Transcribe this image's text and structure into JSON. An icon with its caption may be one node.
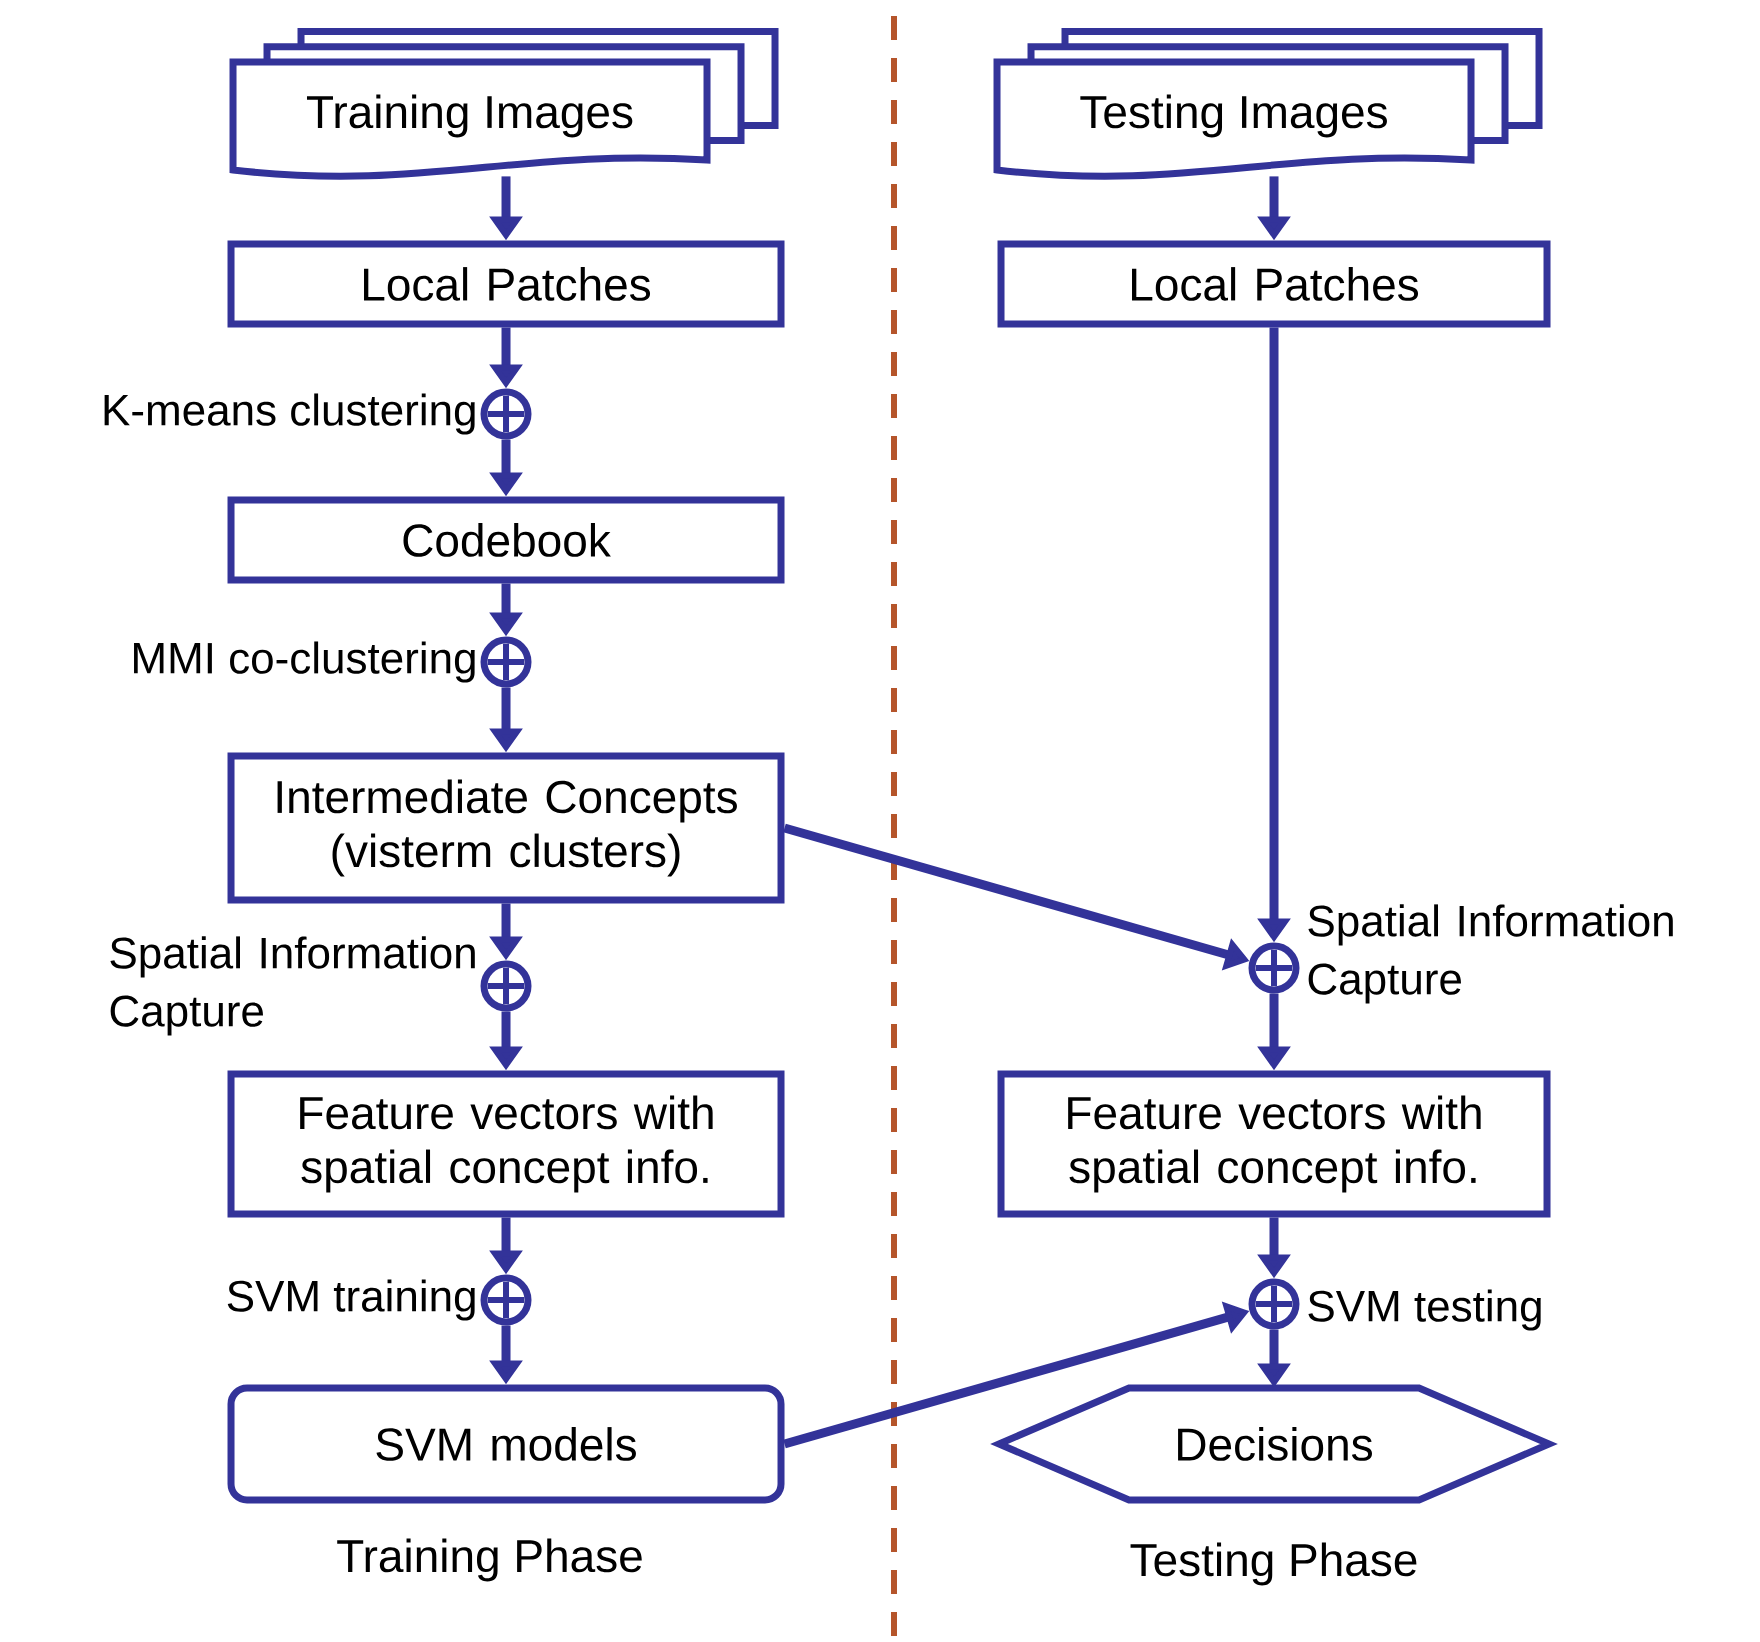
{
  "diagram": {
    "nodes": [
      {
        "text": [
          "Training Images"
        ]
      },
      {
        "text": [
          "Testing Images"
        ]
      },
      {
        "text": [
          "Local Patches"
        ]
      },
      {
        "text": [
          "Local Patches"
        ]
      },
      {
        "text": [],
        "shape": "circle",
        "beside": [
          "K-means clustering"
        ]
      },
      {
        "text": [
          "Codebook"
        ]
      },
      {
        "text": [],
        "shape": "circle",
        "beside": [
          "MMI co-clustering"
        ]
      },
      {
        "text": [
          "Intermediate Concepts (visterm clusters)"
        ]
      },
      {
        "text": [],
        "shape": "circle",
        "beside": [
          "Spatial Information Capture"
        ]
      },
      {
        "text": [],
        "shape": "circle",
        "beside": [
          "Spatial Information Capture"
        ]
      },
      {
        "text": [
          "Feature vectors with spatial concept info."
        ]
      },
      {
        "text": [
          "Feature vectors with spatial concept info."
        ]
      },
      {
        "text": [],
        "shape": "circle",
        "beside": [
          "SVM training"
        ]
      },
      {
        "text": [],
        "shape": "circle",
        "beside": [
          "SVM testing"
        ]
      },
      {
        "text": [
          "SVM models"
        ]
      },
      {
        "text": [
          "Decisions"
        ]
      }
    ],
    "edges": [
      {
        "from": 0,
        "to": 2,
        "arrow": "to"
      },
      {
        "from": 1,
        "to": 3,
        "arrow": "to"
      },
      {
        "from": 2,
        "to": 4,
        "arrow": "to"
      },
      {
        "from": 4,
        "to": 5,
        "arrow": "to"
      },
      {
        "from": 5,
        "to": 6,
        "arrow": "to"
      },
      {
        "from": 6,
        "to": 7,
        "arrow": "to"
      },
      {
        "from": 7,
        "to": 8,
        "arrow": "to"
      },
      {
        "from": 3,
        "to": 9,
        "arrow": "to"
      },
      {
        "from": 7,
        "to": 9,
        "arrow": "to"
      },
      {
        "from": 8,
        "to": 10,
        "arrow": "to"
      },
      {
        "from": 9,
        "to": 11,
        "arrow": "to"
      },
      {
        "from": 10,
        "to": 12,
        "arrow": "to"
      },
      {
        "from": 11,
        "to": 13,
        "arrow": "to"
      },
      {
        "from": 12,
        "to": 14,
        "arrow": "to"
      },
      {
        "from": 14,
        "to": 13,
        "arrow": "to"
      },
      {
        "from": 13,
        "to": 15,
        "arrow": "to"
      }
    ],
    "labels": [
      "Training Phase",
      "Testing Phase"
    ]
  }
}
